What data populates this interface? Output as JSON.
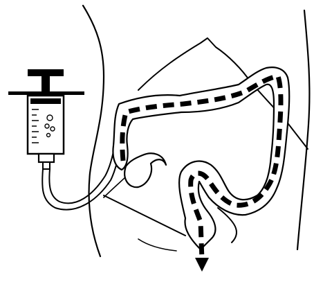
{
  "figure": {
    "labels": [],
    "elements": [
      "torso-outline",
      "ribcage-outline",
      "pelvis-outline",
      "syringe-icon",
      "connecting-tube",
      "colon",
      "flow-path",
      "flow-arrow"
    ],
    "colors": {
      "ink": "#000000",
      "background": "#ffffff"
    }
  }
}
